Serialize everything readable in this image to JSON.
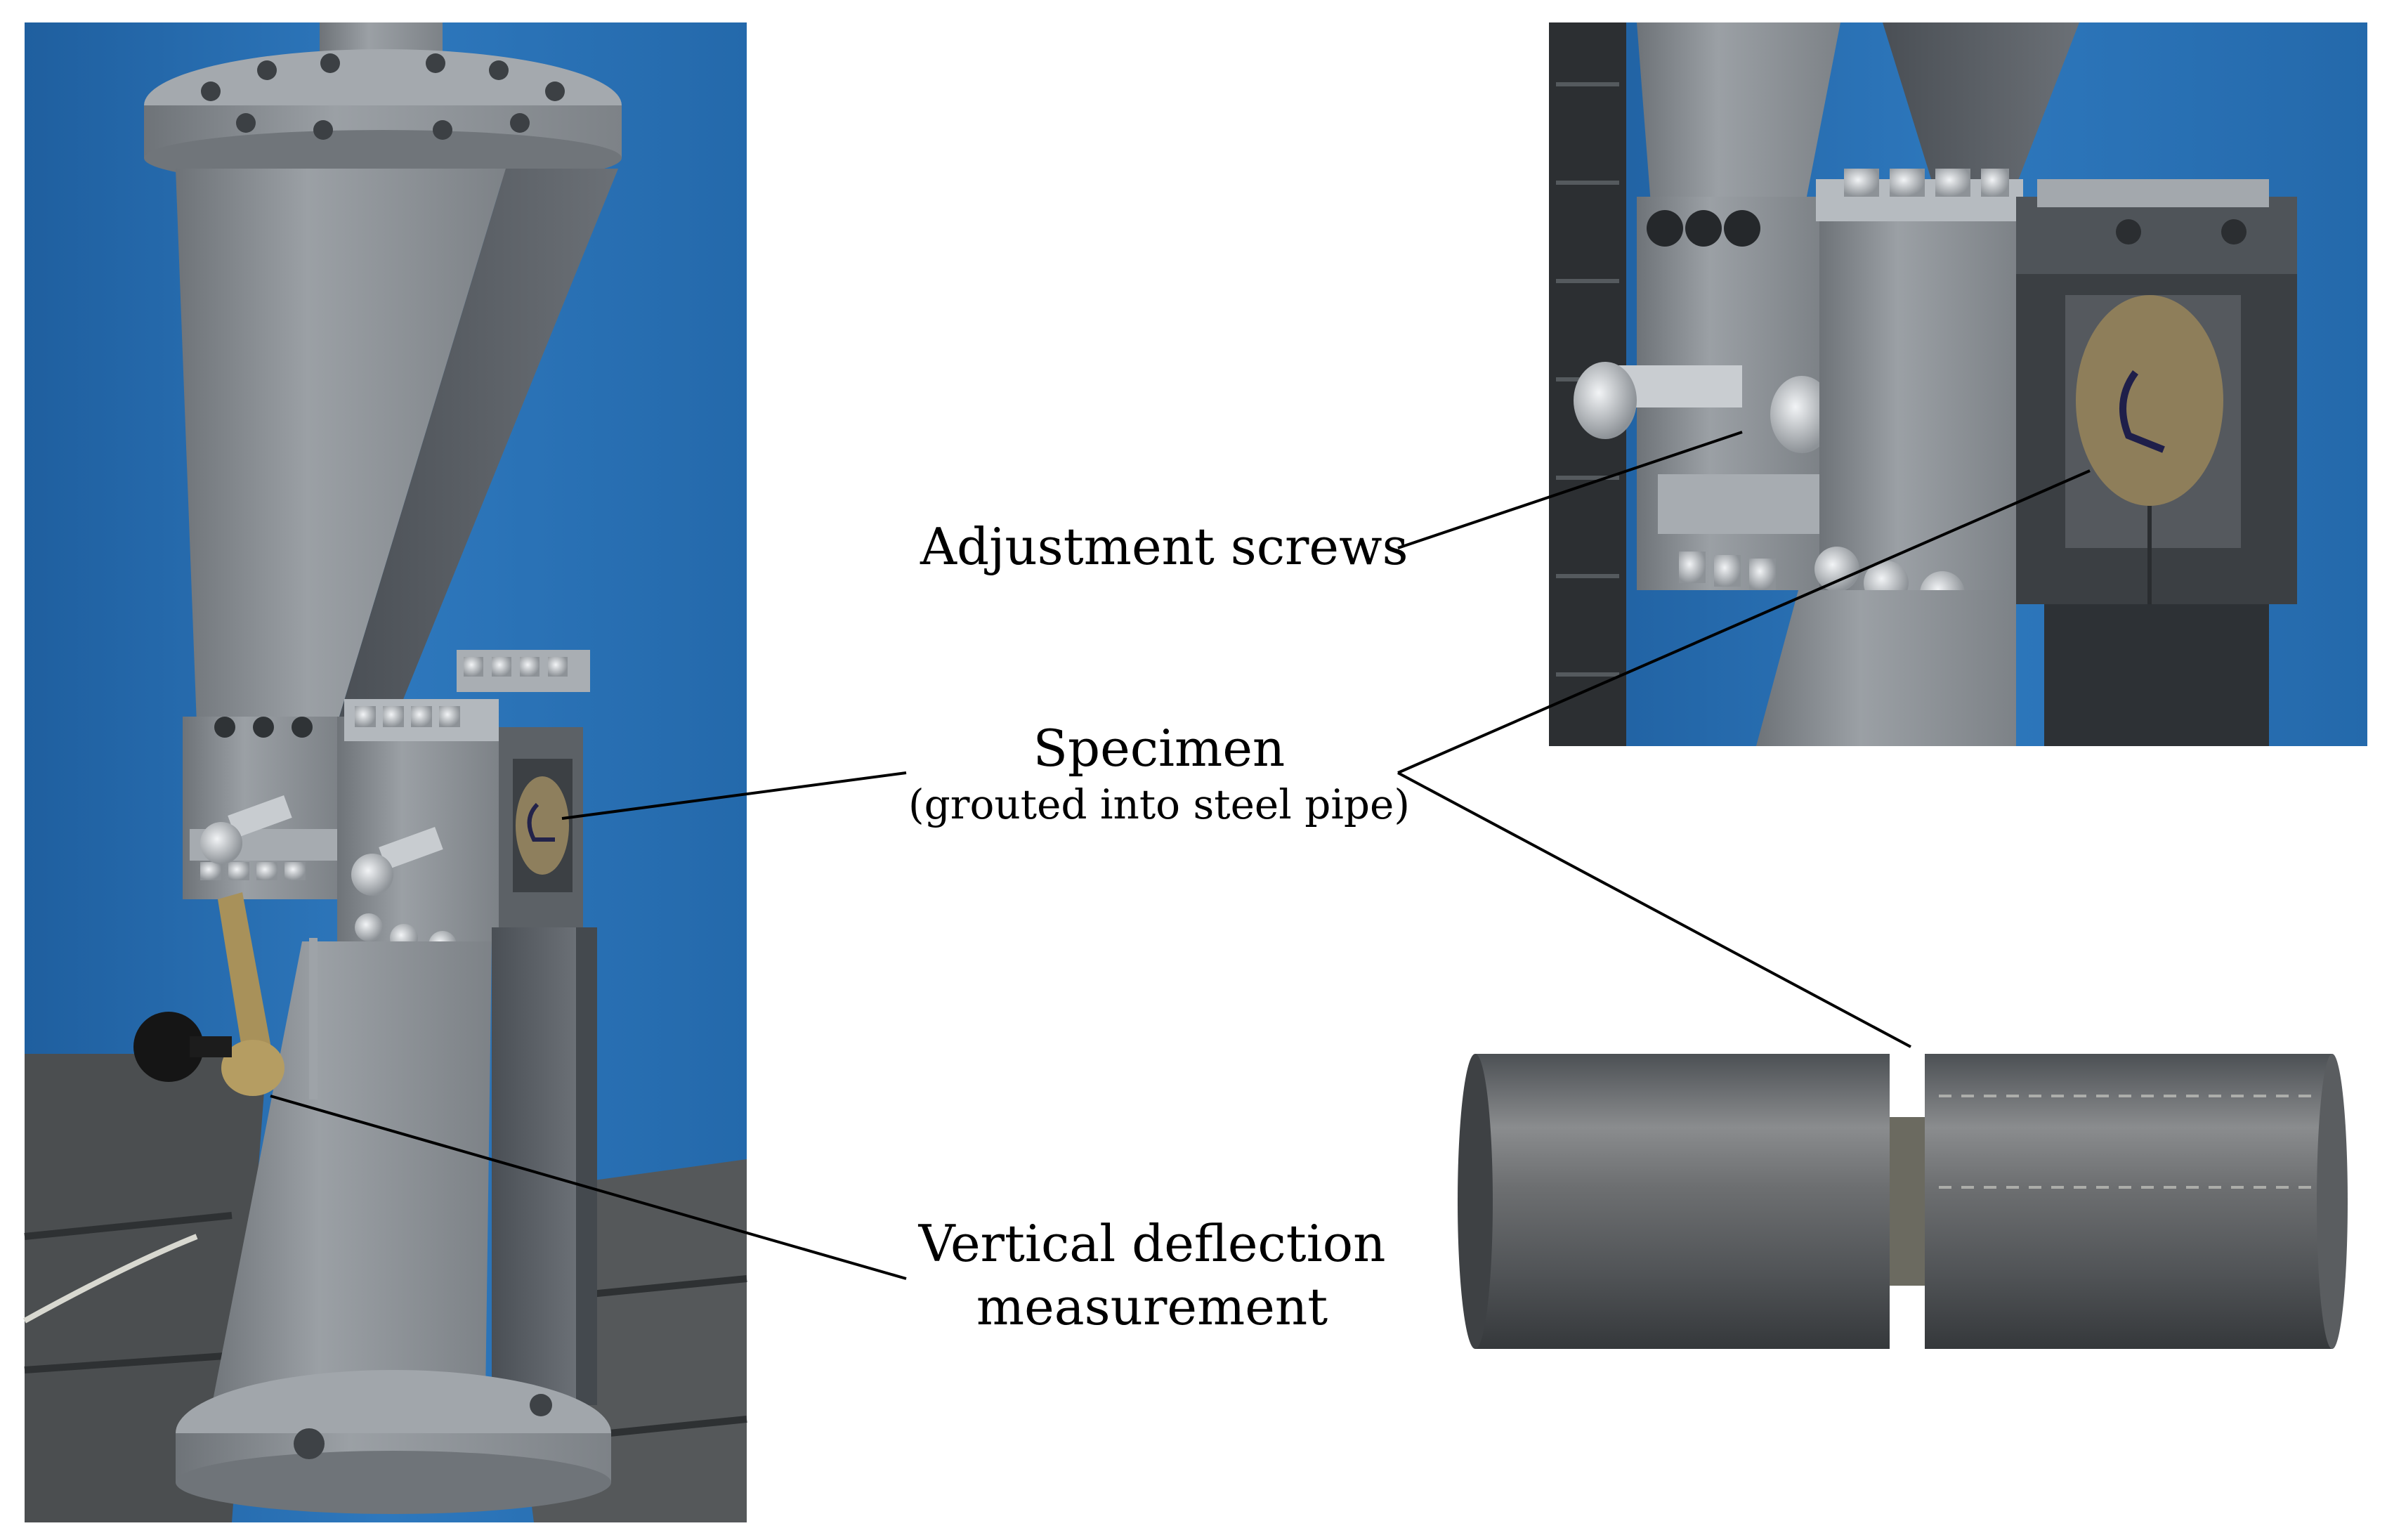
{
  "labels": {
    "adjustment_screws": "Adjustment screws",
    "specimen": "Specimen",
    "specimen_note": "(grouted into steel pipe)",
    "vertical_deflection_line1": "Vertical deflection",
    "vertical_deflection_line2": "measurement"
  },
  "colors": {
    "background_blue": "#2a6fb0",
    "steel": "#8c9196",
    "leader_line": "#000000"
  }
}
